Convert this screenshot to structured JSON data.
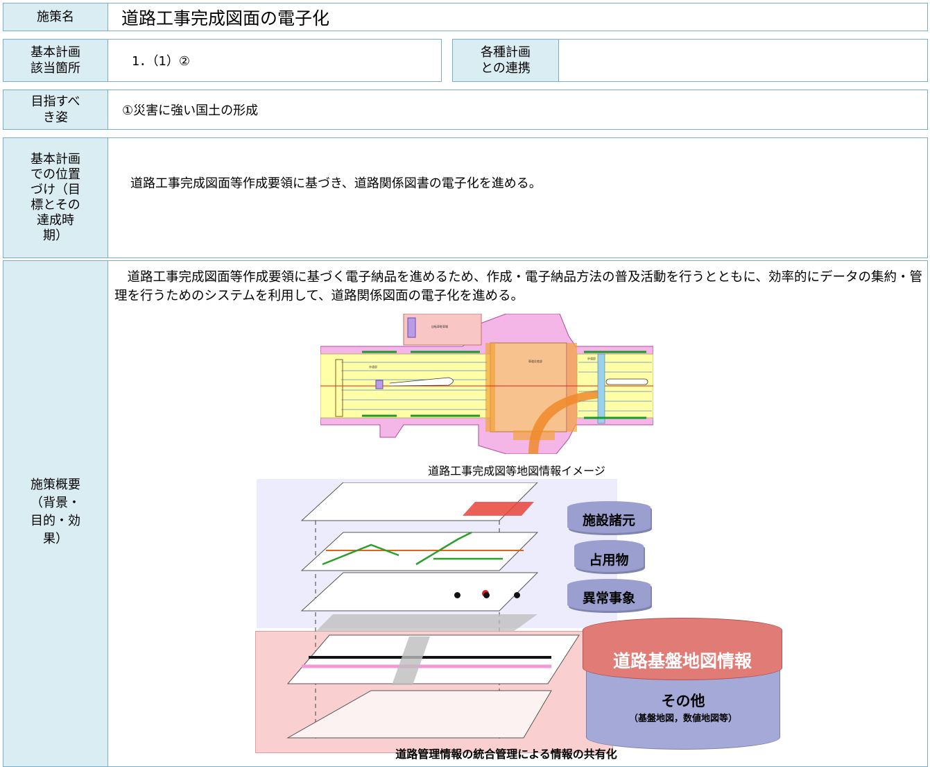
{
  "rows": {
    "measure": {
      "label": "施策名",
      "value": "道路工事完成図面の電子化"
    },
    "basic_plan": {
      "label": "基本計画\n該当箇所",
      "value": "1．（1）②"
    },
    "linkage": {
      "label": "各種計画\nとの連携",
      "value": ""
    },
    "goal": {
      "label": "目指すべ\nき姿",
      "value": "①災害に強い国土の形成"
    },
    "position": {
      "label": "基本計画\nでの位置\nづけ（目\n標とその\n達成時\n期）",
      "value": "道路工事完成図面等作成要領に基づき、道路関係図書の電子化を進める。"
    },
    "overview": {
      "label": "施策概要\n（背景・\n目的・効\n果）",
      "paragraph": "　道路工事完成図面等作成要領に基づく電子納品を進めるため、作成・電子納品方法の普及活動を行うとともに、効率的にデータの集約・管理を行うためのシステムを利用して、道路関係図面の電子化を進める。"
    }
  },
  "figure1": {
    "caption": "道路工事完成図等地図情報イメージ"
  },
  "figure2": {
    "db_labels": [
      "施設諸元",
      "占用物",
      "異常事象"
    ],
    "main_db_label": "道路基盤地図情報",
    "other_label": "その他",
    "other_sub": "（基盤地図，数値地図等）",
    "caption": "道路管理情報の統合管理による情報の共有化"
  },
  "colors": {
    "header_bg": "#daedf3",
    "border": "#7aaec8",
    "road_pink": "#f4b6e6",
    "road_yellow": "#ffffa8",
    "intersection": "#f7c28e",
    "db_cylinder": "#9a9fd0",
    "main_db": "#e07b75"
  }
}
